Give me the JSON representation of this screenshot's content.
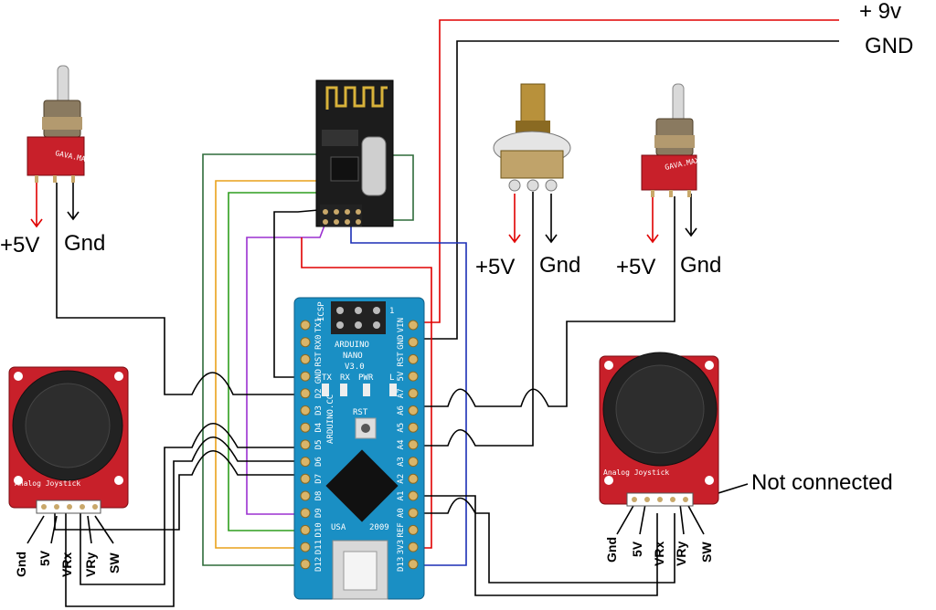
{
  "colors": {
    "red": "#e00000",
    "black": "#000000",
    "green": "#2e9e1e",
    "orange": "#e9a11a",
    "purple": "#9b30d0",
    "blue": "#1b2fb5",
    "dark_green": "#2e6b3a",
    "arduino_blue": "#1a8fc4",
    "breakout_red": "#c8202a"
  },
  "power": {
    "plus9v": "+ 9v",
    "gnd": "GND"
  },
  "left_switch": {
    "plus5v": "+5V",
    "gnd": "Gnd",
    "brand": "GAVA.MAX"
  },
  "right_switch": {
    "plus5v": "+5V",
    "gnd": "Gnd",
    "brand": "GAVA.MAX"
  },
  "pot": {
    "plus5v": "+5V",
    "gnd": "Gnd"
  },
  "left_joystick": {
    "caption": "Analog Joystick",
    "pins": [
      "Gnd",
      "5V",
      "VRx",
      "VRy",
      "SW"
    ]
  },
  "right_joystick": {
    "caption": "Analog Joystick",
    "pins": [
      "Gnd",
      "5V",
      "VRx",
      "VRy",
      "SW"
    ],
    "note": "Not connected"
  },
  "arduino": {
    "title": "ARDUINO",
    "model": "NANO",
    "version": "V3.0",
    "icsp": "ICSP",
    "one": "1",
    "leds": [
      "TX",
      "RX",
      "PWR",
      "L"
    ],
    "rst": "RST",
    "site": "ARDUINO.CC",
    "usa": "USA",
    "year": "2009",
    "left_pins": [
      "TX1",
      "RX0",
      "RST",
      "GND",
      "D2",
      "D3",
      "D4",
      "D5",
      "D6",
      "D7",
      "D8",
      "D9",
      "D10",
      "D11",
      "D12"
    ],
    "right_pins": [
      "VIN",
      "GND",
      "RST",
      "5V",
      "A7",
      "A6",
      "A5",
      "A4",
      "A3",
      "A2",
      "A1",
      "A0",
      "REF",
      "3V3",
      "D13"
    ]
  }
}
